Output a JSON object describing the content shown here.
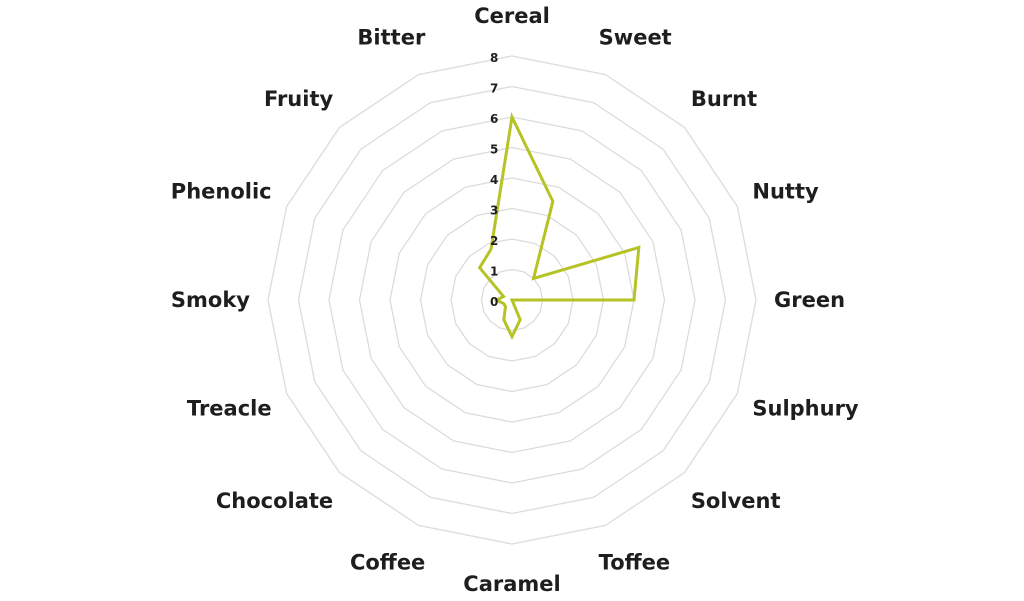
{
  "chart_data": {
    "type": "radar",
    "categories": [
      "Cereal",
      "Sweet",
      "Burnt",
      "Nutty",
      "Green",
      "Sulphury",
      "Solvent",
      "Toffee",
      "Caramel",
      "Coffee",
      "Chocolate",
      "Treacle",
      "Smoky",
      "Phenolic",
      "Fruity",
      "Bitter"
    ],
    "series": [
      {
        "values": [
          6,
          3.5,
          1.0,
          4.5,
          4.0,
          0,
          0,
          0.7,
          1.2,
          0.7,
          0.3,
          0.3,
          0.5,
          0.3,
          1.5,
          1.8
        ]
      }
    ],
    "rlim": [
      0,
      8
    ],
    "ticks": [
      "0",
      "1",
      "2",
      "3",
      "4",
      "5",
      "6",
      "7",
      "8"
    ],
    "grid": true,
    "legend": "none",
    "colors": {
      "series": "#b5c324",
      "grid": "#dcdcdc",
      "text": "#1e1e1e"
    }
  }
}
